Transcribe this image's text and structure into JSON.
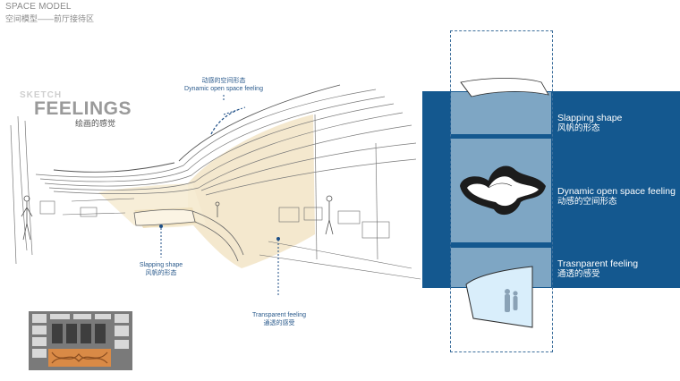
{
  "header": {
    "title": "SPACE MODEL",
    "subtitle": "空间模型——前厅接待区"
  },
  "sketch": {
    "small_label": "SKETCH",
    "big_label": "FEELINGS",
    "cn_label": "绘画的感觉"
  },
  "callouts": {
    "dynamic_cn": "动感的空间形态",
    "dynamic_en": "Dynamic open space feeling",
    "slapping_en": "Slapping shape",
    "slapping_cn": "风帆的形态",
    "transparent_en": "Transparent feeling",
    "transparent_cn": "通透的感受"
  },
  "panel": {
    "slapping_en": "Slapping shape",
    "slapping_cn": "风帆的形态",
    "dynamic_en": "Dynamic open space feeling",
    "dynamic_cn": "动感的空间形态",
    "transparent_en": "Trasnparent feeling",
    "transparent_cn": "通透的感受"
  },
  "colors": {
    "band": "#14588f",
    "tile": "#7ea6c4",
    "accent_dot": "#1d4e86",
    "sketch_fill": "#f3e6c9"
  }
}
